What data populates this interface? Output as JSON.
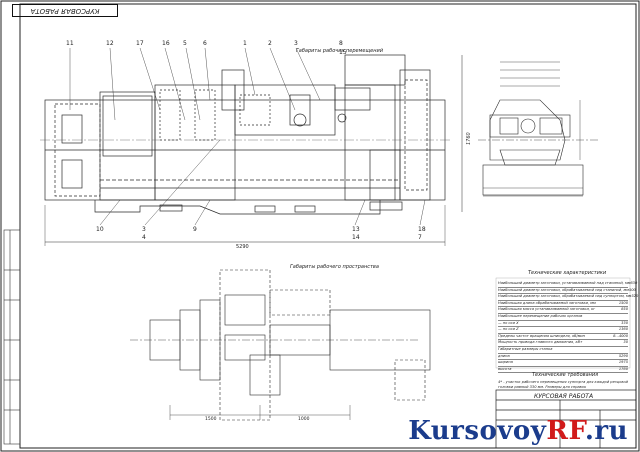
{
  "sheet": {
    "stamp": "КУРСОВАЯ РАБОТА",
    "title_block_title": "КУРСОВАЯ РАБОТА"
  },
  "views": {
    "feed_title": "Габариты рабочих перемещений",
    "space_title": "Габариты рабочего пространства"
  },
  "callouts": [
    "11",
    "12",
    "17",
    "16",
    "5",
    "6",
    "1",
    "2",
    "3",
    "8",
    "15",
    "10",
    "3",
    "4",
    "9",
    "13",
    "14",
    "18",
    "7"
  ],
  "dimensions": {
    "overall_length": "5290",
    "height": "1760",
    "space_a": "1500",
    "space_b": "1000"
  },
  "tech": {
    "title": "Технические характеристики",
    "rows": [
      {
        "label": "Наибольший диаметр заготовки, устанавливаемой над станиной, мм",
        "value": "630"
      },
      {
        "label": "Наибольший диаметр заготовки, обрабатываемой над станиной, мм",
        "value": "500"
      },
      {
        "label": "Наибольший диаметр заготовки, обрабатываемой над суппортом, мм",
        "value": "320"
      },
      {
        "label": "Наибольшая длина обрабатываемой заготовки, мм",
        "value": "1500"
      },
      {
        "label": "Наибольшая масса устанавливаемой заготовки, кг",
        "value": "850"
      },
      {
        "label": "Наибольшее перемещение рабочих органов",
        "value": ""
      },
      {
        "label": "— по оси X",
        "value": "330"
      },
      {
        "label": "— по оси Z",
        "value": "1360"
      },
      {
        "label": "Пределы частот вращения шпинделя, об/мин",
        "value": "8...4000"
      },
      {
        "label": "Мощность привода главного движения, кВт",
        "value": "30"
      },
      {
        "label": "Габаритные размеры станка",
        "value": ""
      },
      {
        "label": "длина",
        "value": "5290"
      },
      {
        "label": "ширина",
        "value": "1975"
      },
      {
        "label": "высота",
        "value": "1760"
      }
    ]
  },
  "requirements": {
    "title": "Технические требования",
    "text": "4* - участок рабочего перемещения суппорта для каждой резцовой головки равный 330 мм. Размеры для справок"
  },
  "watermark": {
    "part1": "Kursovoy",
    "part2": "RF",
    "part3": ".ru"
  }
}
